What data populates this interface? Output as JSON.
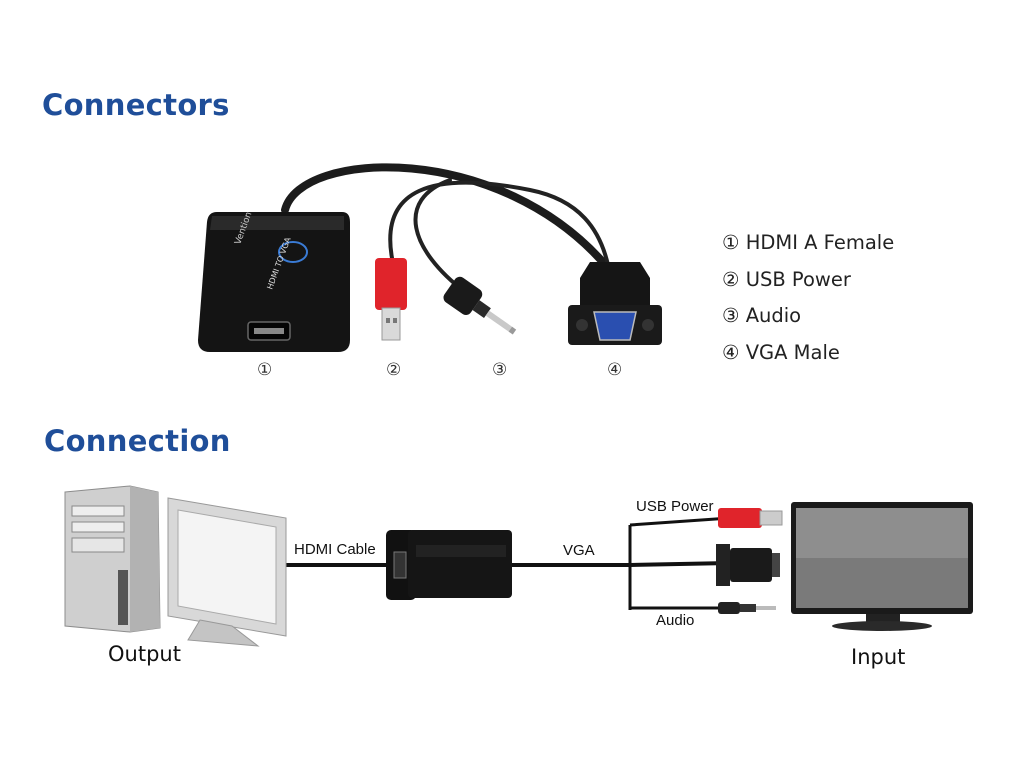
{
  "headings": {
    "connectors": "Connectors",
    "connection": "Connection"
  },
  "legend": [
    {
      "mark": "①",
      "label": "HDMI A Female"
    },
    {
      "mark": "②",
      "label": "USB Power"
    },
    {
      "mark": "③",
      "label": "Audio"
    },
    {
      "mark": "④",
      "label": "VGA Male"
    }
  ],
  "connector_numbers": [
    "①",
    "②",
    "③",
    "④"
  ],
  "diagram_labels": {
    "hdmi_cable": "HDMI Cable",
    "vga": "VGA",
    "usb_power": "USB Power",
    "audio": "Audio",
    "output": "Output",
    "input": "Input"
  },
  "adapter_text": {
    "brand": "Vention",
    "product": "HDMI TO VGA"
  },
  "colors": {
    "heading": "#1f4e99",
    "usb_plug": "#e0242b",
    "vga_plug": "#2a4fb0",
    "adapter": "#151515"
  }
}
